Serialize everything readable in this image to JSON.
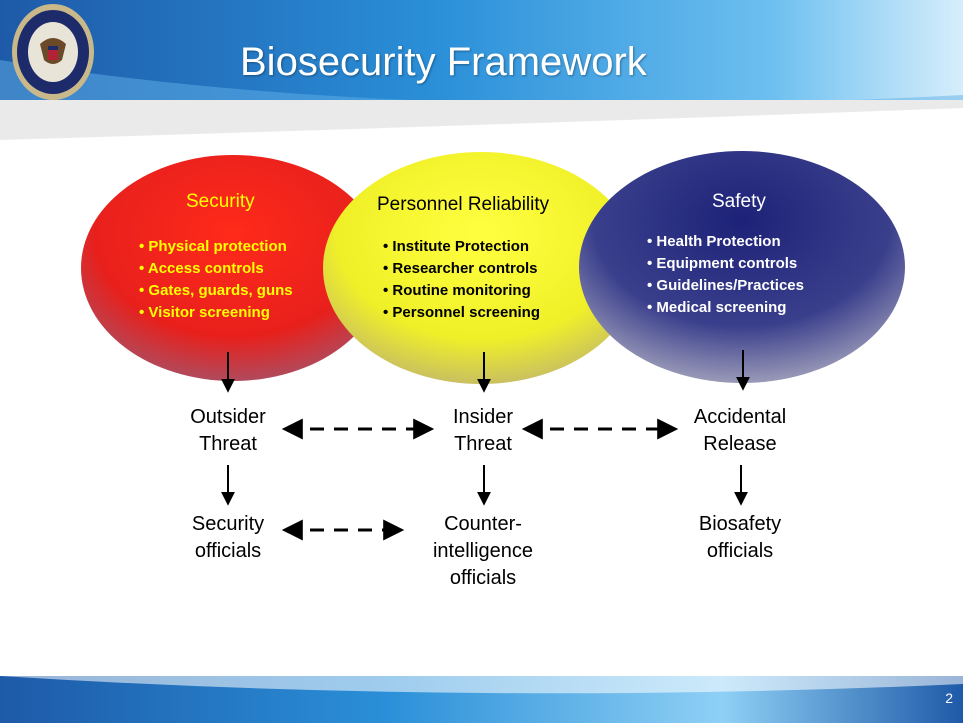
{
  "slide": {
    "title": "Biosecurity Framework",
    "page_number": "2"
  },
  "seal": {
    "name": "state-department-seal"
  },
  "colors": {
    "security": "#e8181b",
    "personnel": "#f3f32a",
    "safety": "#2b2f86"
  },
  "ellipses": {
    "security": {
      "title": "Security",
      "items": [
        "Physical protection",
        "Access controls",
        "Gates, guards, guns",
        "Visitor screening"
      ]
    },
    "personnel": {
      "title": "Personnel Reliability",
      "items": [
        "Institute Protection",
        "Researcher controls",
        "Routine monitoring",
        "Personnel screening"
      ]
    },
    "safety": {
      "title": "Safety",
      "items": [
        "Health Protection",
        "Equipment controls",
        "Guidelines/Practices",
        "Medical screening"
      ]
    }
  },
  "threats": {
    "outsider": [
      "Outsider",
      "Threat"
    ],
    "insider": [
      "Insider",
      "Threat"
    ],
    "accidental": [
      "Accidental",
      "Release"
    ]
  },
  "officials": {
    "security": [
      "Security",
      "officials"
    ],
    "counterintelligence": [
      "Counter-",
      "intelligence",
      "officials"
    ],
    "biosafety": [
      "Biosafety",
      "officials"
    ]
  }
}
